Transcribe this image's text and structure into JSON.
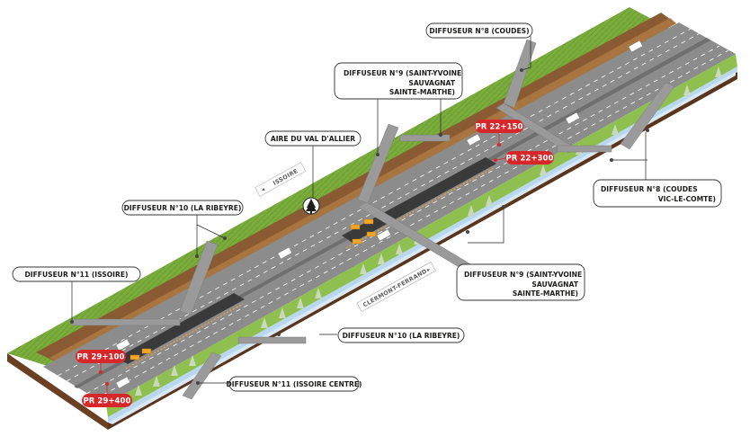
{
  "labels": {
    "d8_top": "DIFFUSEUR N°8  (COUDES)",
    "d9_top_1": "DIFFUSEUR N°9   (SAINT-YVOINE",
    "d9_top_2": "SAUVAGNAT",
    "d9_top_3": "SAINTE-MARTHE)",
    "aire": "AIRE DU VAL D'ALLIER",
    "d10_top": "DIFFUSEUR N°10 (LA RIBEYRE)",
    "d11_top": "DIFFUSEUR N°11 (ISSOIRE)",
    "d8_right_1": "DIFFUSEUR N°8        (COUDES",
    "d8_right_2": "VIC-LE-COMTE)",
    "d9_right_1": "DIFFUSEUR N°9    (SAINT-YVOINE",
    "d9_right_2": "SAUVAGNAT",
    "d9_right_3": "SAINTE-MARTHE)",
    "d10_bottom": "DIFFUSEUR N°10 (LA RIBEYRE)",
    "d11_bottom": "DIFFUSEUR N°11 (ISSOIRE CENTRE)"
  },
  "markers": {
    "pr_22_150": "PR 22+150",
    "pr_22_300": "PR 22+300",
    "pr_29_100": "PR 29+100",
    "pr_29_400": "PR 29+400"
  },
  "signs": {
    "issoire": "ISSOIRE",
    "clermont": "CLERMONT-FERRAND"
  },
  "icons": {
    "rest_area": "tree-icon"
  },
  "colors": {
    "accent": "#d6282b",
    "road": "#8c8c8c",
    "grass": "#8fc04f",
    "water": "#b9d7ef"
  }
}
